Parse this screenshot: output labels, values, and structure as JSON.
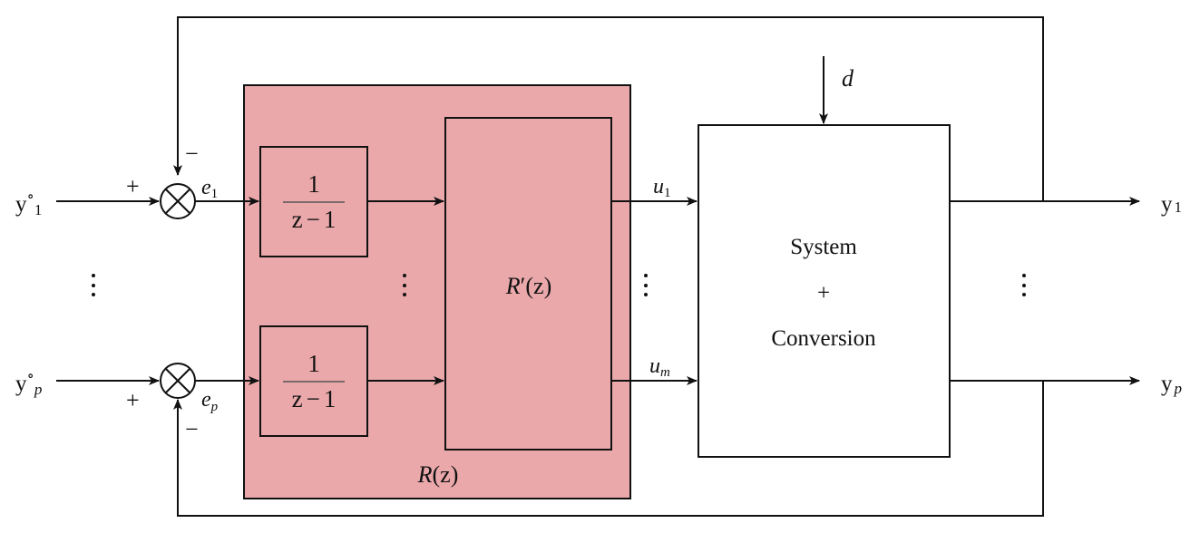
{
  "diagram": {
    "type": "control-loop block diagram",
    "colors": {
      "controller_fill": "#eaa8ab",
      "line": "#111111",
      "background": "#ffffff"
    },
    "inputs": {
      "first": {
        "base": "y",
        "sup": "∘",
        "sub": "1"
      },
      "last": {
        "base": "y",
        "sup": "∘",
        "sub": "p"
      }
    },
    "summing_junctions": [
      {
        "symbol": "⊗",
        "plus": "+",
        "minus": "−",
        "error_base": "e",
        "error_sub": "1"
      },
      {
        "symbol": "⊗",
        "plus": "+",
        "minus": "−",
        "error_base": "e",
        "error_sub": "p"
      }
    ],
    "integrator": {
      "numerator": "1",
      "denominator_var": "z",
      "denominator_op": "−",
      "denominator_const": "1"
    },
    "controller_inner_label": {
      "name": "R",
      "prime": "′",
      "open": "(",
      "arg": "z",
      "close": ")"
    },
    "controller_outer_label": {
      "name": "R",
      "open": "(",
      "arg": "z",
      "close": ")"
    },
    "control_signals": [
      {
        "base": "u",
        "sub": "1"
      },
      {
        "base": "u",
        "sub": "m"
      }
    ],
    "disturbance": "d",
    "plant": {
      "line1": "System",
      "line2": "+",
      "line3": "Conversion"
    },
    "outputs": [
      {
        "base": "y",
        "sub": "1"
      },
      {
        "base": "y",
        "sub": "p"
      }
    ],
    "ellipsis": "⋮"
  }
}
